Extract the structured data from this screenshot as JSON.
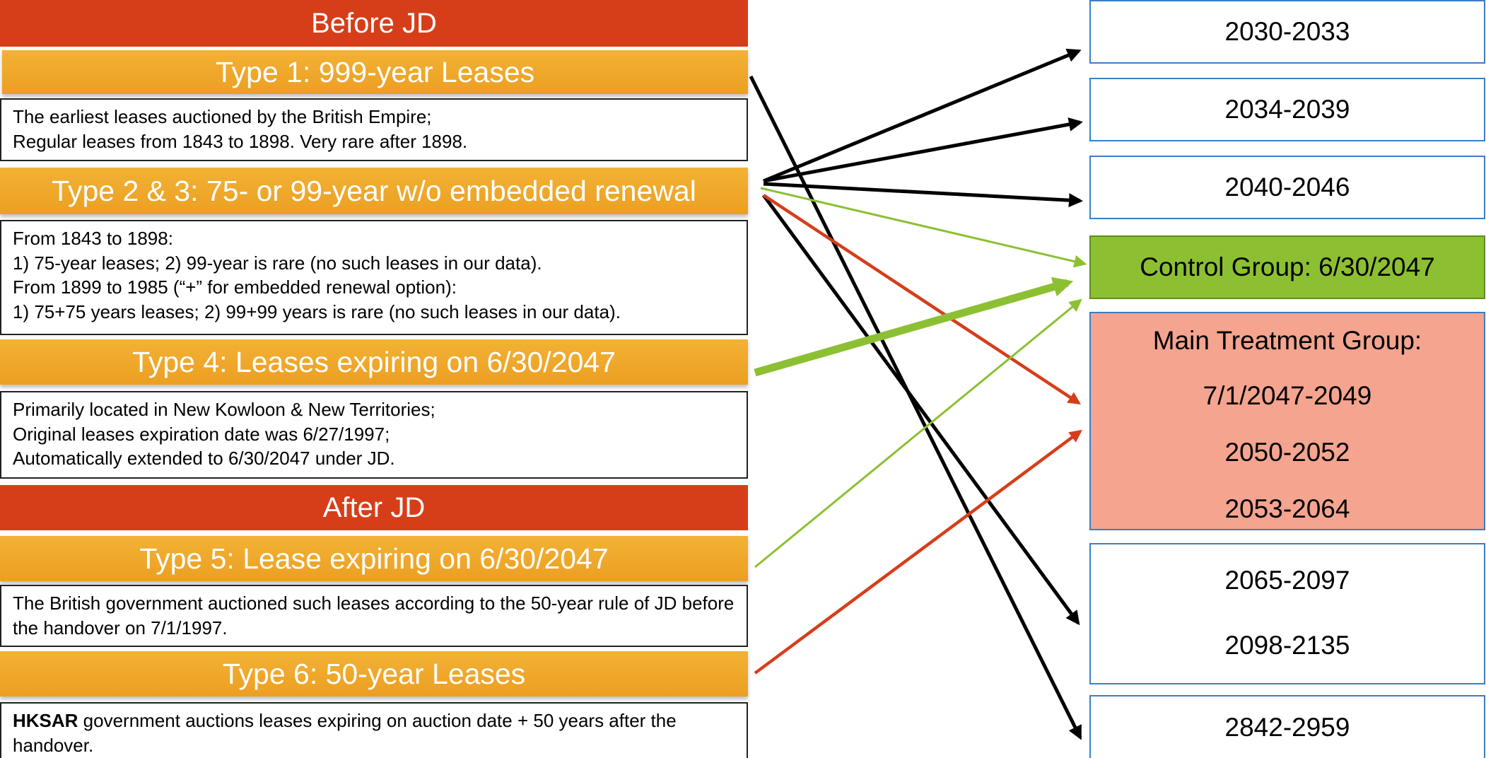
{
  "left": {
    "before_header": "Before JD",
    "after_header": "After JD",
    "type1": {
      "title": "Type 1: 999-year Leases",
      "lines": [
        "The earliest leases auctioned by the British Empire;",
        "Regular leases from 1843 to 1898. Very rare after 1898."
      ]
    },
    "type23": {
      "title": "Type 2 & 3: 75- or 99-year w/o embedded renewal",
      "lines": [
        "From 1843 to 1898:",
        "1) 75-year leases; 2) 99-year is rare (no such leases in our data).",
        "From 1899 to 1985 (“+” for embedded renewal option):",
        "1) 75+75 years leases; 2) 99+99 years is rare (no such leases in our data)."
      ]
    },
    "type4": {
      "title": "Type 4: Leases expiring on 6/30/2047",
      "lines": [
        "Primarily located in New Kowloon & New Territories;",
        "Original leases expiration date was 6/27/1997;",
        "Automatically extended to 6/30/2047 under JD."
      ]
    },
    "type5": {
      "title": "Type 5: Lease expiring on 6/30/2047",
      "text": "The British government auctioned such leases according to the 50-year rule of JD before the handover on 7/1/1997."
    },
    "type6": {
      "title": "Type 6: 50-year Leases",
      "bold": "HKSAR",
      "text": " government auctions leases expiring on auction date + 50 years after the handover."
    }
  },
  "right": {
    "r1": "2030-2033",
    "r2": "2034-2039",
    "r3": "2040-2046",
    "control": "Control Group: 6/30/2047",
    "treatment": {
      "title": "Main Treatment Group:",
      "items": [
        "7/1/2047-2049",
        "2050-2052",
        "2053-2064"
      ]
    },
    "r5": [
      "2065-2097",
      "2098-2135"
    ],
    "r6": "2842-2959"
  },
  "colors": {
    "header_red": "#d63e1a",
    "type_orange": "#ee a52a",
    "control_green": "#8cc032",
    "treatment_salmon": "#f4a48f",
    "box_blue_border": "#3a7fc4",
    "arrow_black": "#000000",
    "arrow_green": "#8cc032",
    "arrow_red": "#d63e1a"
  }
}
